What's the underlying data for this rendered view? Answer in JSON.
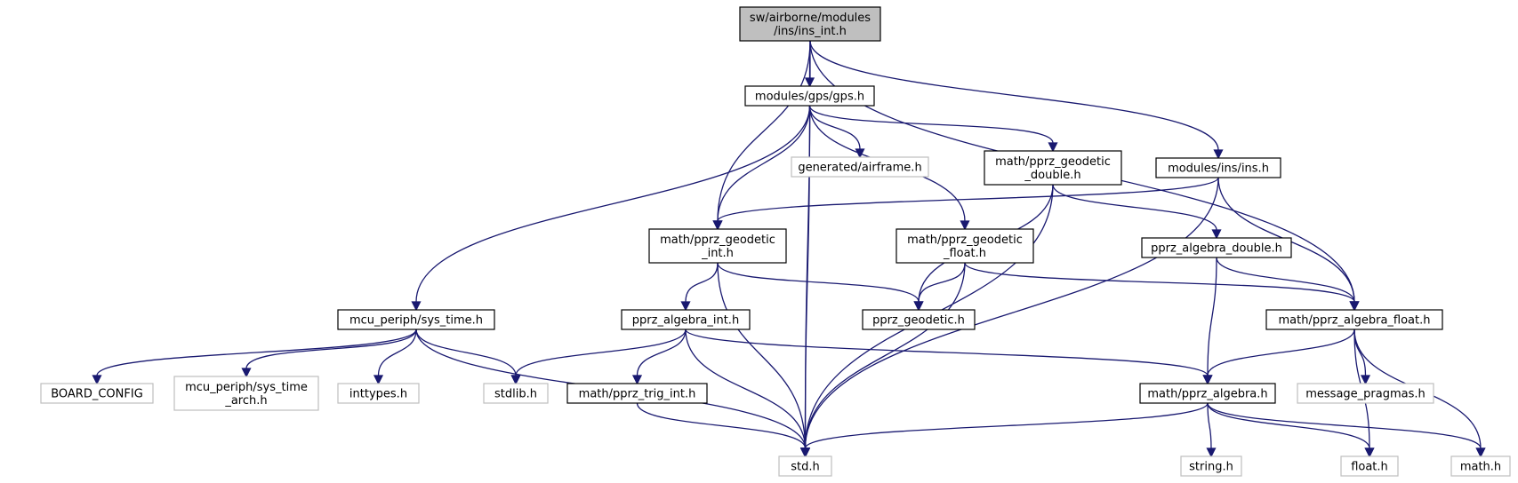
{
  "colors": {
    "edge": "#191970",
    "node_border": "#000000",
    "node_border_missing": "#bfbfbf",
    "root_fill": "#bfbfbf",
    "node_fill": "#ffffff",
    "text": "#000000"
  },
  "nodes": [
    {
      "id": "root",
      "lines": [
        "sw/airborne/modules",
        "/ins/ins_int.h"
      ],
      "style": "root"
    },
    {
      "id": "gps",
      "lines": [
        "modules/gps/gps.h"
      ],
      "style": "normal"
    },
    {
      "id": "airframe",
      "lines": [
        "generated/airframe.h"
      ],
      "style": "missing"
    },
    {
      "id": "geo_double",
      "lines": [
        "math/pprz_geodetic",
        "_double.h"
      ],
      "style": "normal"
    },
    {
      "id": "ins",
      "lines": [
        "modules/ins/ins.h"
      ],
      "style": "normal"
    },
    {
      "id": "geo_int",
      "lines": [
        "math/pprz_geodetic",
        "_int.h"
      ],
      "style": "normal"
    },
    {
      "id": "geo_float",
      "lines": [
        "math/pprz_geodetic",
        "_float.h"
      ],
      "style": "normal"
    },
    {
      "id": "alg_double",
      "lines": [
        "pprz_algebra_double.h"
      ],
      "style": "normal"
    },
    {
      "id": "sys_time",
      "lines": [
        "mcu_periph/sys_time.h"
      ],
      "style": "normal"
    },
    {
      "id": "alg_int",
      "lines": [
        "pprz_algebra_int.h"
      ],
      "style": "normal"
    },
    {
      "id": "geodetic",
      "lines": [
        "pprz_geodetic.h"
      ],
      "style": "normal"
    },
    {
      "id": "alg_float",
      "lines": [
        "math/pprz_algebra_float.h"
      ],
      "style": "normal"
    },
    {
      "id": "board",
      "lines": [
        "BOARD_CONFIG"
      ],
      "style": "missing"
    },
    {
      "id": "sys_time_arch",
      "lines": [
        "mcu_periph/sys_time",
        "_arch.h"
      ],
      "style": "missing"
    },
    {
      "id": "inttypes",
      "lines": [
        "inttypes.h"
      ],
      "style": "missing"
    },
    {
      "id": "stdlib",
      "lines": [
        "stdlib.h"
      ],
      "style": "missing"
    },
    {
      "id": "trig_int",
      "lines": [
        "math/pprz_trig_int.h"
      ],
      "style": "normal"
    },
    {
      "id": "algebra",
      "lines": [
        "math/pprz_algebra.h"
      ],
      "style": "normal"
    },
    {
      "id": "msg_pragmas",
      "lines": [
        "message_pragmas.h"
      ],
      "style": "missing"
    },
    {
      "id": "std",
      "lines": [
        "std.h"
      ],
      "style": "missing"
    },
    {
      "id": "string",
      "lines": [
        "string.h"
      ],
      "style": "missing"
    },
    {
      "id": "float",
      "lines": [
        "float.h"
      ],
      "style": "missing"
    },
    {
      "id": "math",
      "lines": [
        "math.h"
      ],
      "style": "missing"
    }
  ],
  "edges": [
    [
      "root",
      "gps"
    ],
    [
      "root",
      "geo_int"
    ],
    [
      "root",
      "ins"
    ],
    [
      "root",
      "alg_float"
    ],
    [
      "root",
      "std"
    ],
    [
      "gps",
      "airframe"
    ],
    [
      "gps",
      "geo_double"
    ],
    [
      "gps",
      "geo_int"
    ],
    [
      "gps",
      "geo_float"
    ],
    [
      "gps",
      "sys_time"
    ],
    [
      "gps",
      "std"
    ],
    [
      "geo_double",
      "geodetic"
    ],
    [
      "geo_double",
      "alg_double"
    ],
    [
      "geo_double",
      "std"
    ],
    [
      "ins",
      "geo_int"
    ],
    [
      "ins",
      "alg_float"
    ],
    [
      "ins",
      "std"
    ],
    [
      "geo_int",
      "alg_int"
    ],
    [
      "geo_int",
      "geodetic"
    ],
    [
      "geo_int",
      "std"
    ],
    [
      "geo_float",
      "geodetic"
    ],
    [
      "geo_float",
      "alg_float"
    ],
    [
      "geo_float",
      "std"
    ],
    [
      "alg_double",
      "alg_float"
    ],
    [
      "alg_double",
      "algebra"
    ],
    [
      "sys_time",
      "board"
    ],
    [
      "sys_time",
      "sys_time_arch"
    ],
    [
      "sys_time",
      "inttypes"
    ],
    [
      "sys_time",
      "stdlib"
    ],
    [
      "sys_time",
      "std"
    ],
    [
      "alg_int",
      "stdlib"
    ],
    [
      "alg_int",
      "trig_int"
    ],
    [
      "alg_int",
      "algebra"
    ],
    [
      "alg_int",
      "std"
    ],
    [
      "alg_float",
      "algebra"
    ],
    [
      "alg_float",
      "msg_pragmas"
    ],
    [
      "alg_float",
      "float"
    ],
    [
      "alg_float",
      "math"
    ],
    [
      "trig_int",
      "std"
    ],
    [
      "algebra",
      "std"
    ],
    [
      "algebra",
      "string"
    ],
    [
      "algebra",
      "float"
    ],
    [
      "algebra",
      "math"
    ]
  ]
}
